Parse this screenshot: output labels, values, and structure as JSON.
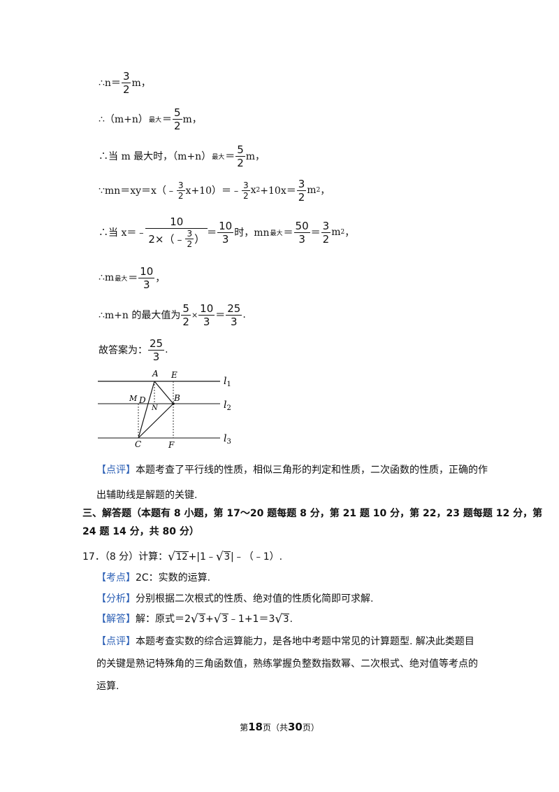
{
  "lines": {
    "l1": {
      "pre": "∴n＝",
      "num": "3",
      "den": "2",
      "post": "m，"
    },
    "l2": {
      "pre": "∴（m+n）",
      "sub": "最大",
      "eq": "＝",
      "num": "5",
      "den": "2",
      "post": "m，"
    },
    "l3": {
      "pre": "∴当 m 最大时，（m+n）",
      "sub": "最大",
      "eq": "＝",
      "num": "5",
      "den": "2",
      "post": "m，"
    },
    "l4": {
      "a": "∵mn＝xy＝x（﹣",
      "n1": "3",
      "d1": "2",
      "b": "x+10）＝﹣",
      "n2": "3",
      "d2": "2",
      "c": "x",
      "sup": "2",
      "d": "+10x＝",
      "n3": "3",
      "d3": "2",
      "e": "m",
      "sup2": "2",
      "f": "，"
    },
    "l5": {
      "a": "∴当 x＝﹣",
      "bignum": "10",
      "bigden_a": "2×（﹣",
      "bigden_n": "3",
      "bigden_d": "2",
      "bigden_b": "）",
      "eq": "＝",
      "n2": "10",
      "d2": "3",
      "b": "时，mn",
      "sub": "最大",
      "c": "＝",
      "n3": "50",
      "d3": "3",
      "d": "＝",
      "n4": "3",
      "d4": "2",
      "e": "m",
      "sup": "2",
      "f": "，"
    },
    "l6": {
      "pre": "∴m",
      "sub": "最大",
      "eq": "＝",
      "num": "10",
      "den": "3",
      "post": "，"
    },
    "l7": {
      "pre": "∴m+n 的最大值为",
      "n1": "5",
      "d1": "2",
      "times": "×",
      "n2": "10",
      "d2": "3",
      "eq": "＝",
      "n3": "25",
      "d3": "3",
      "post": "."
    },
    "l8": {
      "pre": "故答案为：",
      "num": "25",
      "den": "3",
      "post": "."
    }
  },
  "figure": {
    "labels": {
      "A": "A",
      "E": "E",
      "M": "M",
      "D": "D",
      "N": "N",
      "B": "B",
      "C": "C",
      "F": "F"
    },
    "lines": {
      "l1": "l",
      "l1s": "1",
      "l2": "l",
      "l2s": "2",
      "l3": "l",
      "l3s": "3"
    }
  },
  "comment1": {
    "tag": "【点评】",
    "text1": "本题考查了平行线的性质，相似三角形的判定和性质，二次函数的性质，正确的作",
    "text2": "出辅助线是解题的关键."
  },
  "section": {
    "line1": "三、解答题（本题有 8 小题，第 17～20 题每题 8 分，第 21 题 10 分，第 22，23 题每题 12 分，第",
    "line2": "24 题 14 分，共 80 分）"
  },
  "q17": {
    "stem_a": "17．（8 分）计算：",
    "r1": "12",
    "stem_b": "+|1﹣",
    "r2": "3",
    "stem_c": "|﹣（﹣1）.",
    "kaodian_tag": "【考点】",
    "kaodian": "2C：实数的运算.",
    "fenxi_tag": "【分析】",
    "fenxi": "分别根据二次根式的性质、绝对值的性质化简即可求解.",
    "jieda_tag": "【解答】",
    "jieda_a": "解：原式＝2",
    "jr1": "3",
    "jieda_b": "+",
    "jr2": "3",
    "jieda_c": "﹣1+1＝3",
    "jr3": "3",
    "jieda_d": ".",
    "dianping_tag": "【点评】",
    "dianping1": "本题考查实数的综合运算能力，是各地中考题中常见的计算题型. 解决此类题目",
    "dianping2": "的关键是熟记特殊角的三角函数值，熟练掌握负整数指数幂、二次根式、绝对值等考点的",
    "dianping3": "运算."
  },
  "footer": {
    "a": "第",
    "page": "18",
    "b": "页（共",
    "total": "30",
    "c": "页）"
  }
}
